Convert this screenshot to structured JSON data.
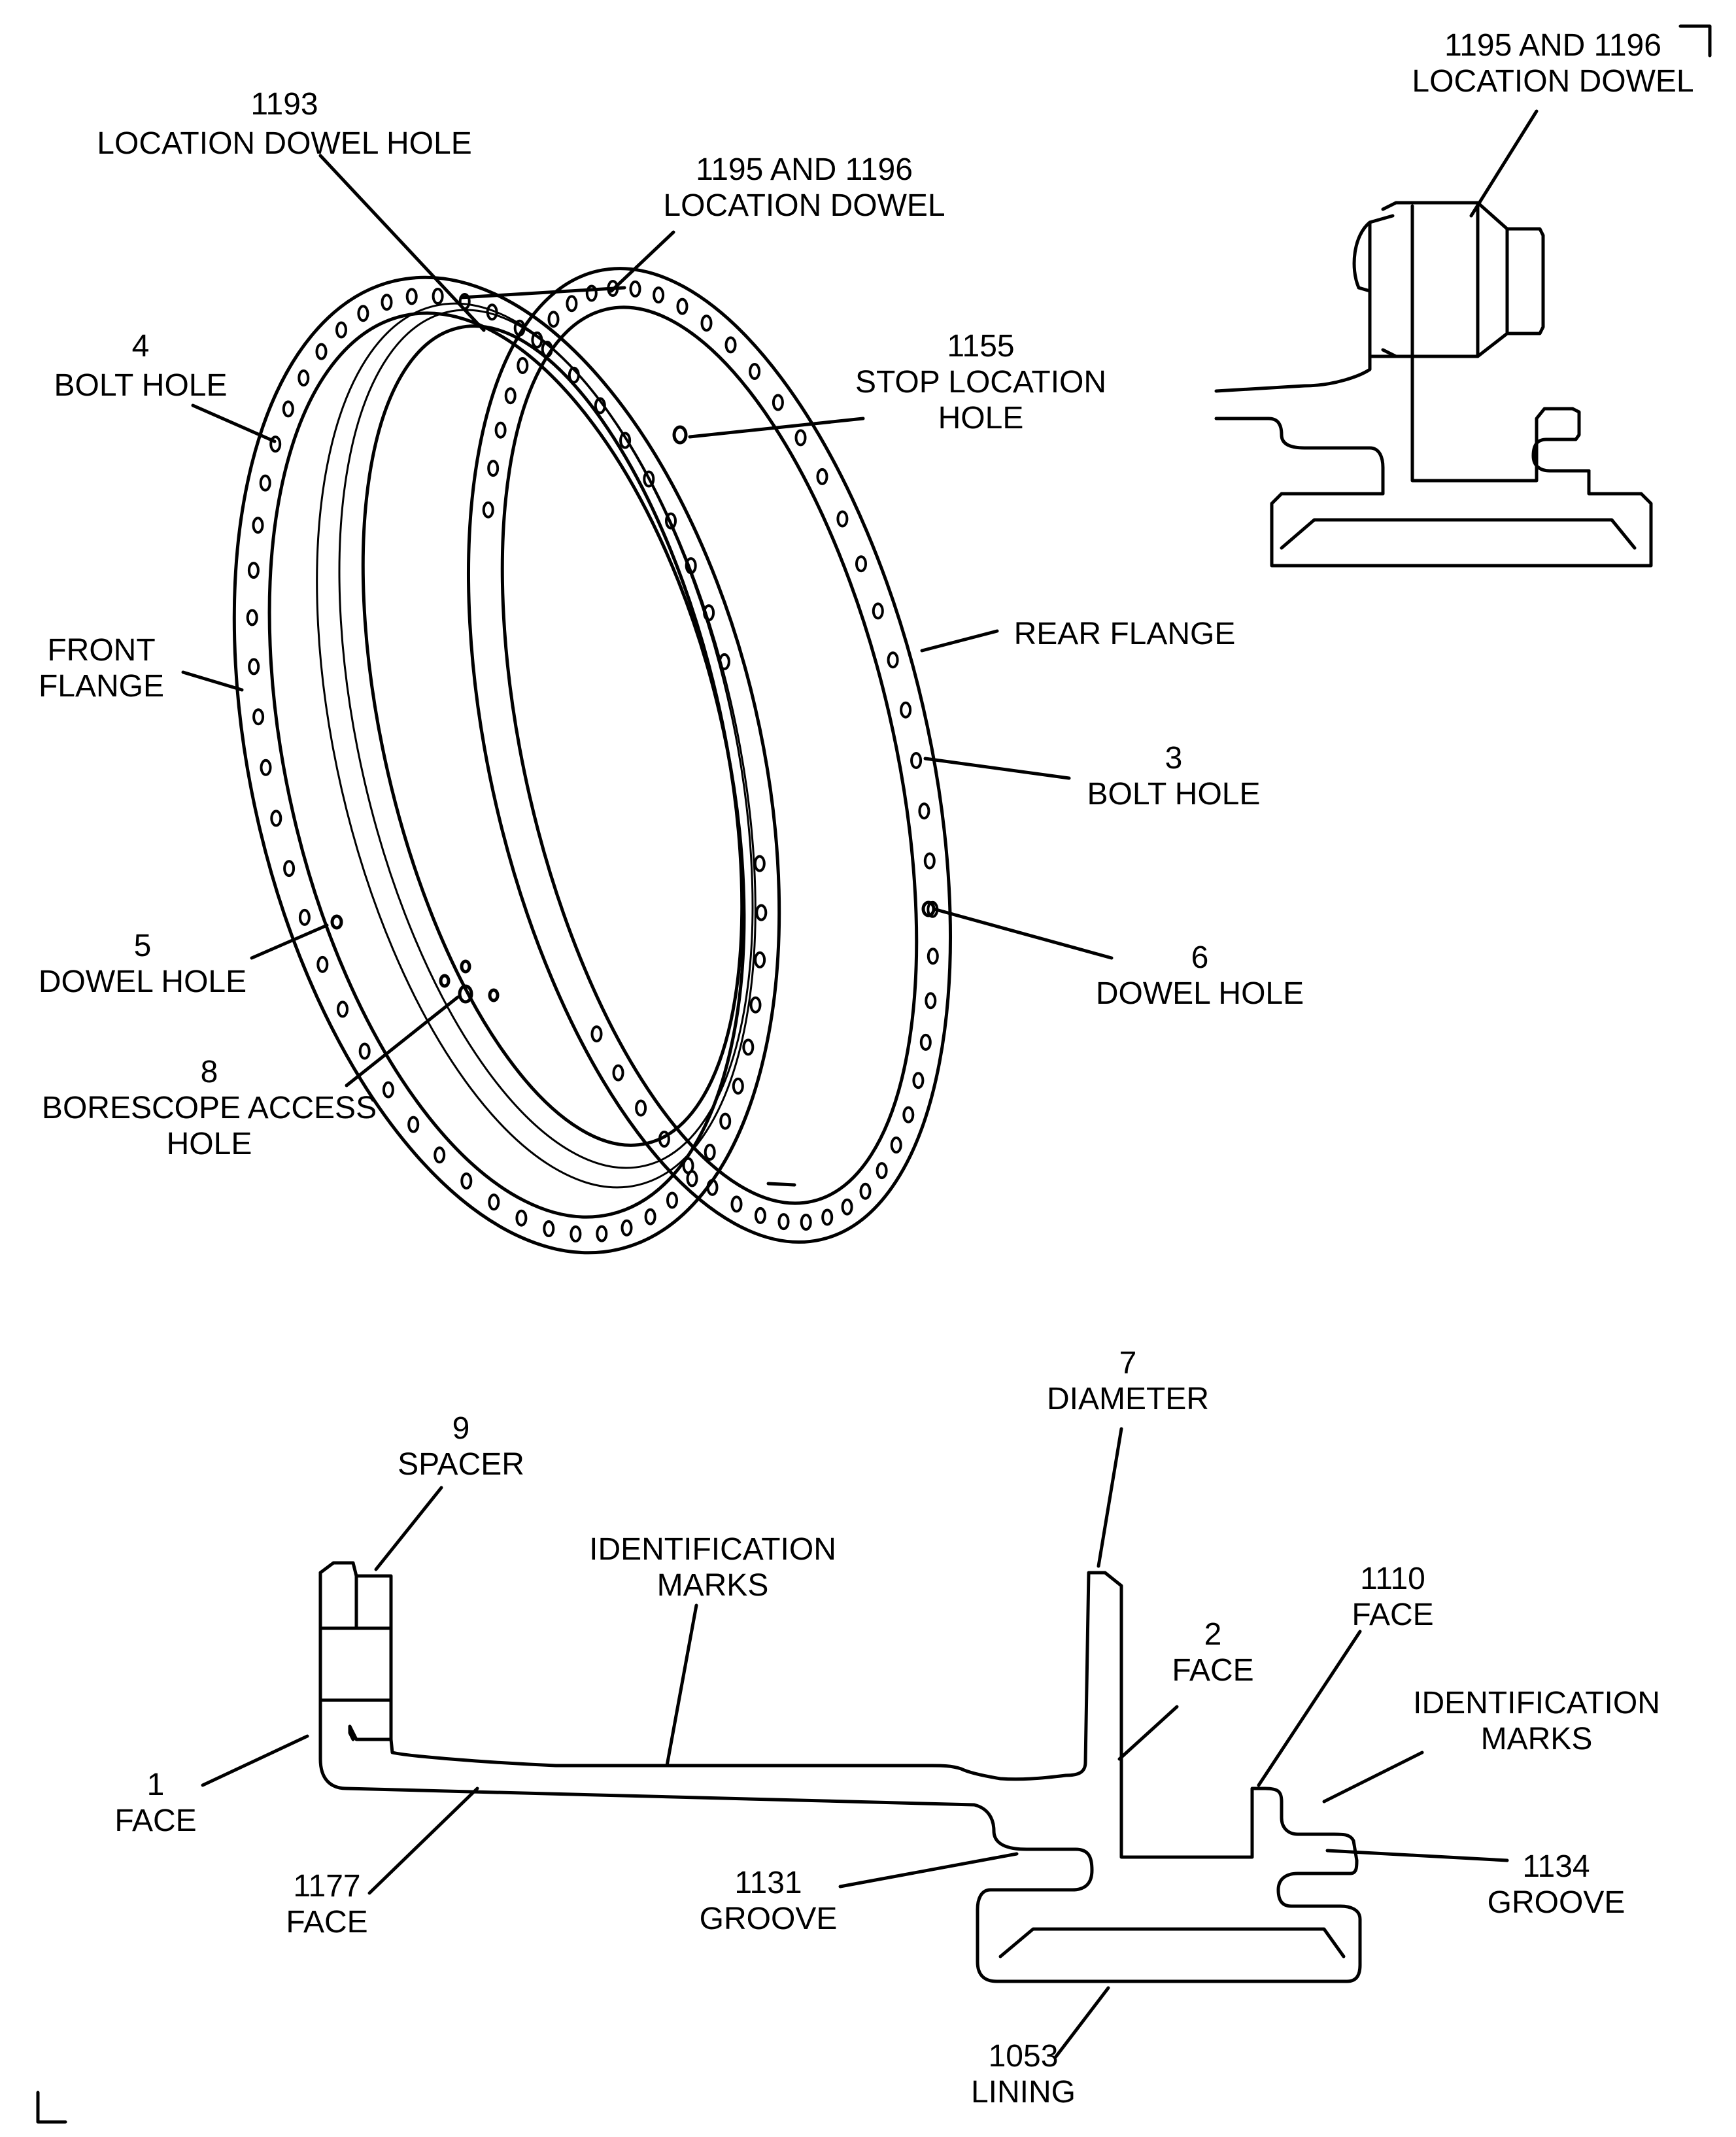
{
  "labels": {
    "loc_dowel_hole": {
      "num": "1193",
      "name": "LOCATION DOWEL HOLE"
    },
    "loc_dowel_ring": {
      "num": "1195 AND 1196",
      "name": "LOCATION DOWEL"
    },
    "loc_dowel_detail": {
      "num": "1195 AND 1196",
      "name": "LOCATION DOWEL"
    },
    "bolt_hole_4": {
      "num": "4",
      "name": "BOLT HOLE"
    },
    "stop_loc_hole": {
      "num": "1155",
      "name1": "STOP LOCATION",
      "name2": "HOLE"
    },
    "front_flange": {
      "name1": "FRONT",
      "name2": "FLANGE"
    },
    "rear_flange": {
      "name": "REAR FLANGE"
    },
    "bolt_hole_3": {
      "num": "3",
      "name": "BOLT HOLE"
    },
    "dowel_hole_5": {
      "num": "5",
      "name": "DOWEL HOLE"
    },
    "dowel_hole_6": {
      "num": "6",
      "name": "DOWEL HOLE"
    },
    "borescope": {
      "num": "8",
      "name1": "BORESCOPE ACCESS",
      "name2": "HOLE"
    },
    "diameter": {
      "num": "7",
      "name": "DIAMETER"
    },
    "spacer": {
      "num": "9",
      "name": "SPACER"
    },
    "id_marks_left": {
      "name1": "IDENTIFICATION",
      "name2": "MARKS"
    },
    "face_1110": {
      "num": "1110",
      "name": "FACE"
    },
    "face_2": {
      "num": "2",
      "name": "FACE"
    },
    "id_marks_right": {
      "name1": "IDENTIFICATION",
      "name2": "MARKS"
    },
    "face_1": {
      "num": "1",
      "name": "FACE"
    },
    "groove_1134": {
      "num": "1134",
      "name": "GROOVE"
    },
    "face_1177": {
      "num": "1177",
      "name": "FACE"
    },
    "groove_1131": {
      "num": "1131",
      "name": "GROOVE"
    },
    "lining": {
      "num": "1053",
      "name": "LINING"
    }
  },
  "figure_id": "ded0004100a"
}
